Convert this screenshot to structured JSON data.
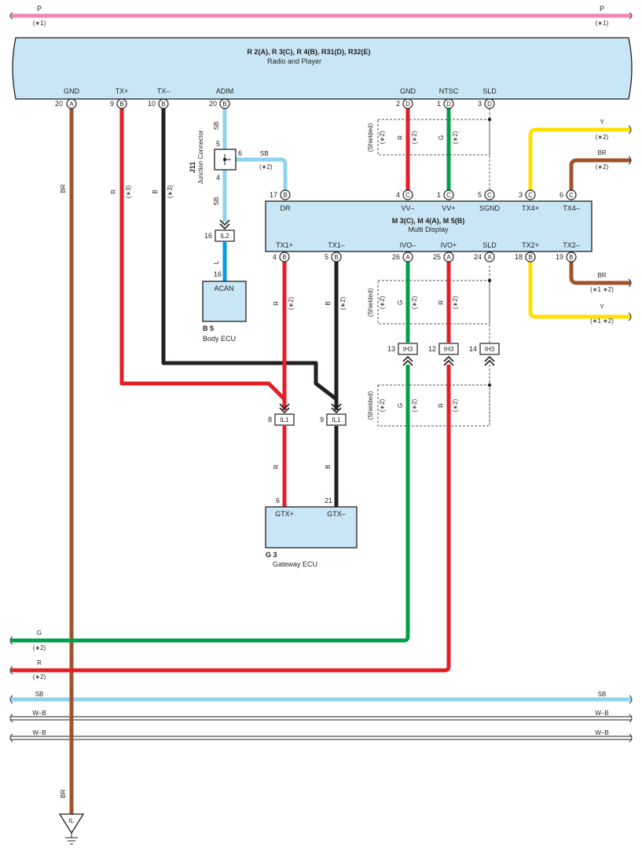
{
  "colors": {
    "pink": "#ee86b8",
    "red": "#e31e24",
    "black": "#231f20",
    "brown": "#a0522d",
    "green": "#00a04a",
    "sky_blue": "#8fd3f0",
    "blue": "#009fe3",
    "yellow": "#ffe000",
    "box_fill": "#c8e6f5"
  },
  "top_wire": {
    "color": "P",
    "note": "(∗1)"
  },
  "radio": {
    "title": "R 2(A), R 3(C), R 4(B), R31(D), R32(E)",
    "subtitle": "Radio and Player",
    "pins": [
      {
        "label": "GND",
        "num": "20",
        "conn": "A"
      },
      {
        "label": "TX+",
        "num": "9",
        "conn": "B"
      },
      {
        "label": "TX–",
        "num": "10",
        "conn": "B"
      },
      {
        "label": "ADIM",
        "num": "20",
        "conn": "B"
      },
      {
        "label": "GND",
        "num": "2",
        "conn": "D"
      },
      {
        "label": "NTSC",
        "num": "1",
        "conn": "D"
      },
      {
        "label": "SLD",
        "num": "3",
        "conn": "D"
      }
    ]
  },
  "multi_display": {
    "title": "M 3(C), M 4(A), M 5(B)",
    "subtitle": "Multi Display",
    "top_pins": [
      {
        "label": "DR",
        "num": "17",
        "conn": "B"
      },
      {
        "label": "VV–",
        "num": "4",
        "conn": "C"
      },
      {
        "label": "VV+",
        "num": "1",
        "conn": "C"
      },
      {
        "label": "SGND",
        "num": "5",
        "conn": "C"
      },
      {
        "label": "TX4+",
        "num": "3",
        "conn": "C"
      },
      {
        "label": "TX4–",
        "num": "6",
        "conn": "C"
      }
    ],
    "bottom_pins": [
      {
        "label": "TX1+",
        "num": "4",
        "conn": "B"
      },
      {
        "label": "TX1–",
        "num": "5",
        "conn": "B"
      },
      {
        "label": "IVO–",
        "num": "26",
        "conn": "A"
      },
      {
        "label": "IVO+",
        "num": "25",
        "conn": "A"
      },
      {
        "label": "SLD",
        "num": "24",
        "conn": "A"
      },
      {
        "label": "TX2+",
        "num": "18",
        "conn": "B"
      },
      {
        "label": "TX2–",
        "num": "19",
        "conn": "B"
      }
    ]
  },
  "junction": {
    "id": "J11",
    "name": "Junction Connector",
    "pin_top": "5",
    "pin_side": "6",
    "pin_bottom": "4"
  },
  "body_ecu": {
    "id": "B 5",
    "name": "Body ECU",
    "pin_label": "ACAN",
    "pin_num": "16"
  },
  "gateway_ecu": {
    "id": "G 3",
    "name": "Gateway ECU",
    "pins": [
      {
        "label": "GTX+",
        "num": "6"
      },
      {
        "label": "GTX–",
        "num": "21"
      }
    ]
  },
  "connectors": {
    "il2": {
      "name": "IL2",
      "num": "16"
    },
    "il1_a": {
      "name": "IL1",
      "num": "8"
    },
    "il1_b": {
      "name": "IL1",
      "num": "9"
    },
    "ih3_a": {
      "name": "IH3",
      "num": "13"
    },
    "ih3_b": {
      "name": "IH3",
      "num": "12"
    },
    "ih3_c": {
      "name": "IH3",
      "num": "14"
    }
  },
  "wire_labels": {
    "gnd_br": "BR",
    "tx_plus_r": "R",
    "tx_minus_b": "B",
    "note3": "(∗3)",
    "note2": "(∗2)",
    "note12": "(∗1 ∗2)",
    "sb": "SB",
    "l": "L",
    "r": "R",
    "g": "G",
    "b": "B",
    "y": "Y",
    "br": "BR",
    "shielded": "(Shielded)"
  },
  "bottom_wires": [
    {
      "color": "G",
      "note": "(∗2)"
    },
    {
      "color": "R",
      "note": "(∗2)"
    },
    {
      "color": "SB",
      "note": ""
    },
    {
      "color": "W–B",
      "note": ""
    },
    {
      "color": "W–B",
      "note": ""
    }
  ],
  "ground": {
    "label": "IL"
  }
}
